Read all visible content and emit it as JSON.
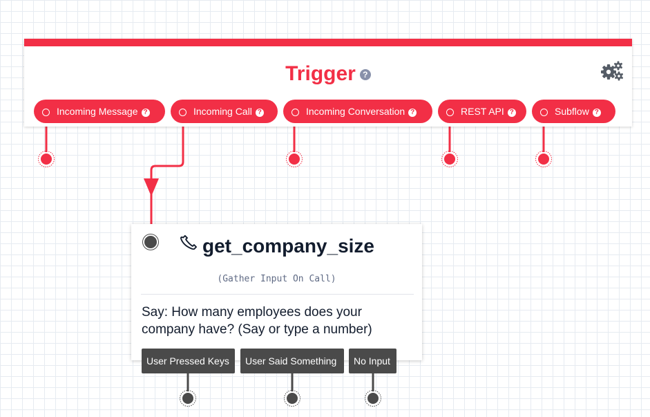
{
  "trigger": {
    "title": "Trigger",
    "help_glyph": "?",
    "settings_icon": "gears-icon",
    "pills": [
      {
        "label": "Incoming Message",
        "help_glyph": "?"
      },
      {
        "label": "Incoming Call",
        "help_glyph": "?"
      },
      {
        "label": "Incoming Conversation",
        "help_glyph": "?"
      },
      {
        "label": "REST API",
        "help_glyph": "?"
      },
      {
        "label": "Subflow",
        "help_glyph": "?"
      }
    ],
    "connected_pill": "Incoming Call"
  },
  "widget": {
    "icon": "phone-icon",
    "name": "get_company_size",
    "type": "(Gather Input On Call)",
    "body": "Say: How many employees does your company have? (Say or type a number)",
    "outputs": [
      {
        "label": "User Pressed Keys"
      },
      {
        "label": "User Said Something"
      },
      {
        "label": "No Input"
      }
    ]
  },
  "colors": {
    "accent": "#f22f46",
    "port_dark": "#4a4a4a",
    "text": "#121c2d",
    "muted": "#606b85",
    "grid": "#e6ebf1"
  }
}
